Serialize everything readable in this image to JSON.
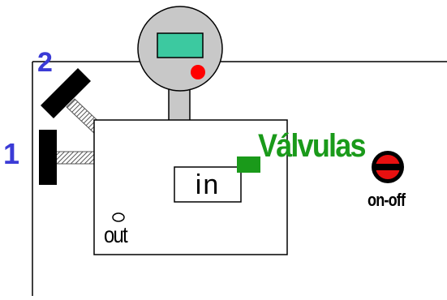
{
  "labels": {
    "position_1": "1",
    "position_2": "2",
    "valves": "Válvulas",
    "inlet": "in",
    "outlet": "out",
    "switch": "on-off"
  },
  "colors": {
    "label_blue": "#3b3bd6",
    "valve_green": "#1a9a1a",
    "gauge_body": "#c8c8c8",
    "gauge_display": "#3cc9a0",
    "gauge_indicator": "#ff0000",
    "switch_red": "#e81010",
    "outline": "#000000"
  },
  "icons": {
    "gauge": "pressure-gauge-icon",
    "switch": "on-off-switch-icon",
    "valve": "valve-block-icon"
  }
}
